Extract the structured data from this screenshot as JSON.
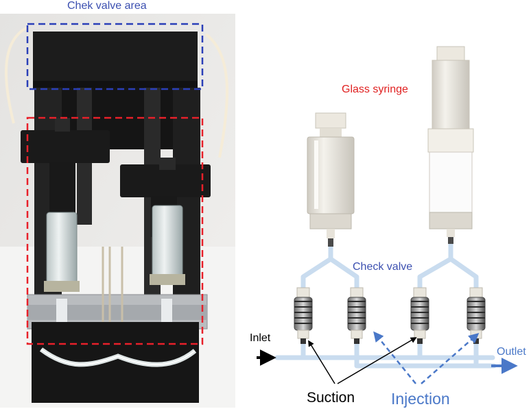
{
  "labels": {
    "chek_valve_area": "Chek valve area",
    "glass_syringe": "Glass syringe",
    "check_valve": "Check valve",
    "inlet": "Inlet",
    "outlet": "Outlet",
    "suction": "Suction",
    "injection": "Injection"
  },
  "colors": {
    "blue_box": "#2a3fb8",
    "red_box": "#e8202a",
    "label_red": "#e02020",
    "label_blue": "#3b4fb0",
    "injection_blue": "#4a78c8",
    "tube": "#c9dcef",
    "pump_body": "#1e1e1e",
    "photo_bg": "#e9e8e6"
  }
}
